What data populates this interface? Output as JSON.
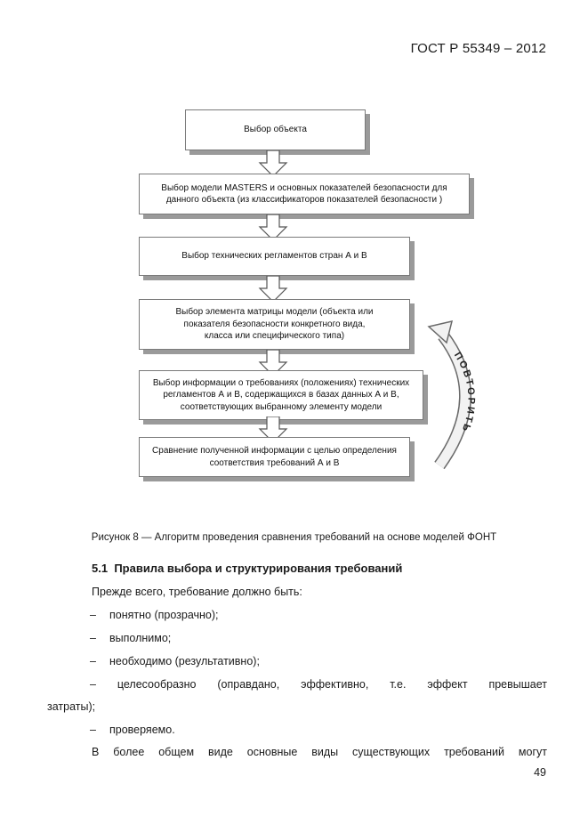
{
  "header": {
    "standard": "ГОСТ Р 55349 – 2012"
  },
  "diagram": {
    "steps": [
      "Выбор объекта",
      "Выбор модели MASTERS и основных  показателей безопасности для данного объекта (из классификаторов показателей безопасности )",
      "Выбор технических регламентов стран А и В",
      "Выбор элемента матрицы модели (объекта или показателя безопасности конкретного вида, класса или специфического типа)",
      "Выбор информации о требованиях (положениях) технических регламентов А и В, содержащихся в базах данных А и В, соответствующих выбранному элементу модели",
      "Сравнение полученной информации с целью определения соответствия требований А и В"
    ],
    "repeat_label": "ПОВТОРИТЬ"
  },
  "caption": "Рисунок 8 — Алгоритм проведения сравнения требований на основе моделей ФОНТ",
  "section": {
    "number": "5.1",
    "title": "Правила выбора и структурирования требований"
  },
  "intro": "Прежде всего, требование должно быть:",
  "list": [
    "понятно (прозрачно);",
    "выполнимо;",
    "необходимо (результативно);",
    "целесообразно (оправдано, эффективно, т.е. эффект превышает",
    "проверяемо."
  ],
  "list_continuation": "затраты);",
  "dash": "–",
  "last_paragraph": "В более общем виде основные виды существующих требований могут",
  "page_number": "49"
}
